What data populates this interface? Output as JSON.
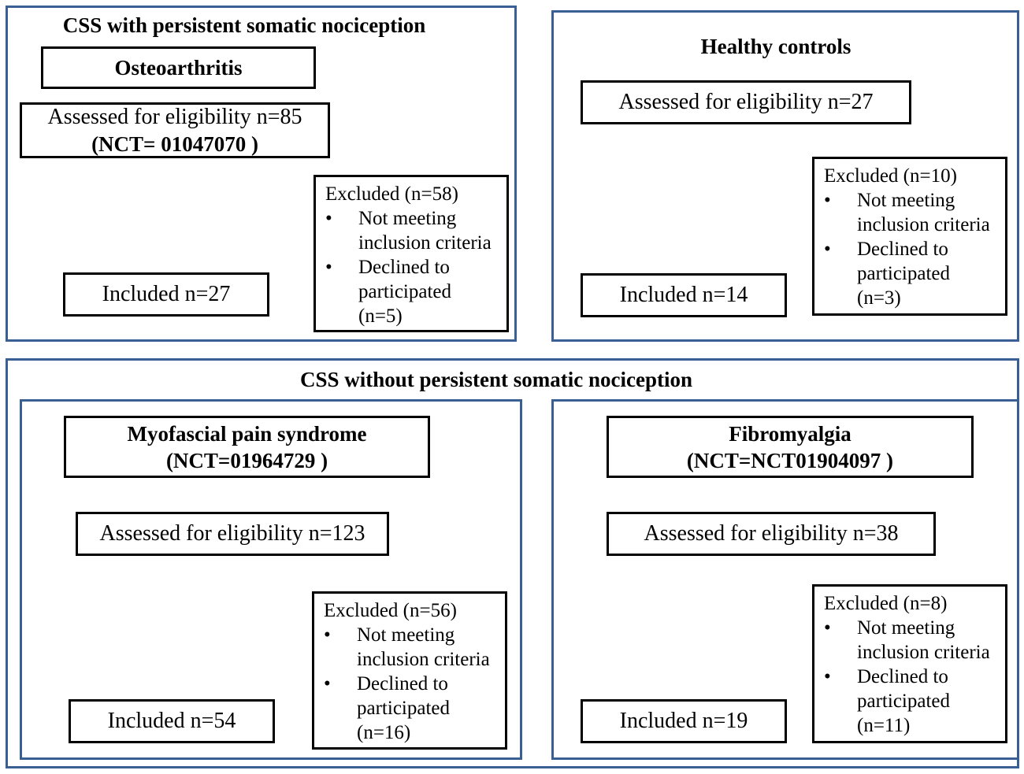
{
  "top_left": {
    "title": "CSS with persistent somatic nociception",
    "group": "Osteoarthritis",
    "assessed": "Assessed  for eligibility  n=85",
    "nct": "(NCT= 01047070 )",
    "included": "Included  n=27",
    "excluded": {
      "header": "Excluded (n=58)",
      "bullet_symbol": "•",
      "item1_line1": "Not  meeting",
      "item1_line2": "inclusion criteria",
      "item2_line1": "Declined to",
      "item2_line2": "participated",
      "item2_line3": "(n=5)"
    }
  },
  "top_right": {
    "title": "Healthy  controls",
    "assessed": "Assessed  for eligibility  n=27",
    "included": "Included  n=14",
    "excluded": {
      "header": "Excluded (n=10)",
      "bullet_symbol": "•",
      "item1_line1": "Not  meeting",
      "item1_line2": "inclusion criteria",
      "item2_line1": "Declined to",
      "item2_line2": "participated",
      "item2_line3": "(n=3)"
    }
  },
  "bottom": {
    "title": "CSS without  persistent  somatic  nociception",
    "left": {
      "group": "Myofascial  pain  syndrome",
      "nct": "(NCT=01964729 )",
      "assessed": "Assessed  for eligibility  n=123",
      "included": "Included  n=54",
      "excluded": {
        "header": "Excluded (n=56)",
        "bullet_symbol": "•",
        "item1_line1": "Not  meeting",
        "item1_line2": "inclusion criteria",
        "item2_line1": "Declined to",
        "item2_line2": "participated",
        "item2_line3": "(n=16)"
      }
    },
    "right": {
      "group": "Fibromyalgia",
      "nct": "(NCT=NCT01904097 )",
      "assessed": "Assessed  for eligibility  n=38",
      "included": "Included  n=19",
      "excluded": {
        "header": "Excluded (n=8)",
        "bullet_symbol": "•",
        "item1_line1": "Not  meeting",
        "item1_line2": "inclusion criteria",
        "item2_line1": "Declined to",
        "item2_line2": "participated",
        "item2_line3": "(n=11)"
      }
    }
  }
}
